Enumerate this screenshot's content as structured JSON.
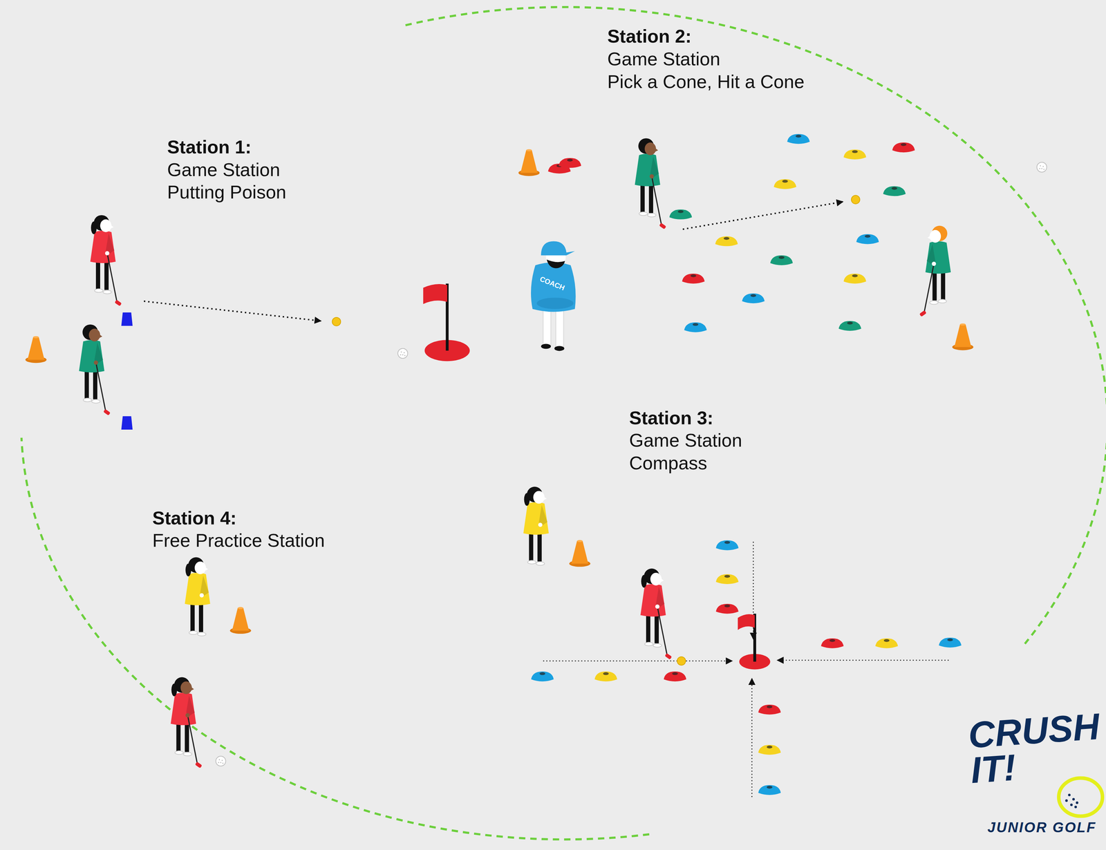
{
  "diagram": {
    "labels": [
      "Station 1:",
      "Game Station",
      "Putting Poison",
      "Station 2:",
      "Game Station",
      "Pick a Cone, Hit a Cone",
      "Station 3:",
      "Game Station",
      "Compass",
      "Station 4:",
      "Free Practice Station",
      "COACH",
      "CRUSH IT!",
      "JUNIOR GOLF"
    ]
  }
}
